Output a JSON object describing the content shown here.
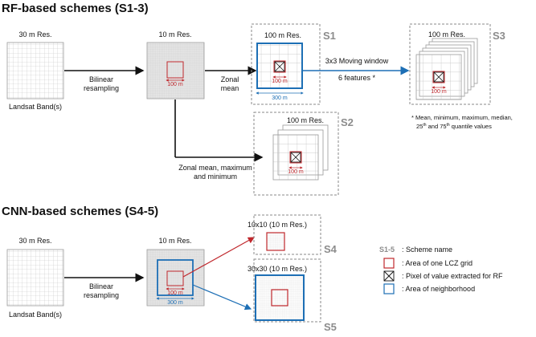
{
  "headings": {
    "rf": "RF-based schemes (S1-3)",
    "cnn": "CNN-based schemes (S4-5)"
  },
  "res_labels": {
    "landsat_30m": "30 m Res.",
    "resampled_10m": "10 m Res.",
    "res_100m": "100 m Res.",
    "grid_10x10": "10x10 (10 m Res.)",
    "grid_30x30": "30x30 (10 m Res.)"
  },
  "landsat_caption": "Landsat Band(s)",
  "arrows": {
    "bilinear_line1": "Bilinear",
    "bilinear_line2": "resampling",
    "zonal_mean_line1": "Zonal",
    "zonal_mean_line2": "mean",
    "zonal_mmm_line1": "Zonal mean, maximum",
    "zonal_mmm_line2": "and minimum",
    "moving_window": "3x3 Moving window",
    "features": "6 features *"
  },
  "scale_labels": {
    "m100": "100 m",
    "m300": "300 m"
  },
  "schemes": {
    "s1": "S1",
    "s2": "S2",
    "s3": "S3",
    "s4": "S4",
    "s5": "S5"
  },
  "footnote": {
    "line1": "*  Mean, minimum, maximum, median,",
    "line2a": "25",
    "line2b": "th",
    "line2c": " and 75",
    "line2d": "th",
    "line2e": " quantile values"
  },
  "legend": {
    "scheme_key": "S1-5",
    "scheme_desc": ": Scheme name",
    "lcz_desc": ": Area of one LCZ grid",
    "pixel_desc": ": Pixel of value extracted for RF",
    "neighborhood_desc": ": Area of neighborhood"
  },
  "colors": {
    "lcz_red": "#c0282d",
    "neighborhood_blue": "#1d6fb5",
    "scheme_gray": "#8c8c8c",
    "grid_gray": "#bdbdbd",
    "resampled_fill": "#e6e6e6"
  }
}
